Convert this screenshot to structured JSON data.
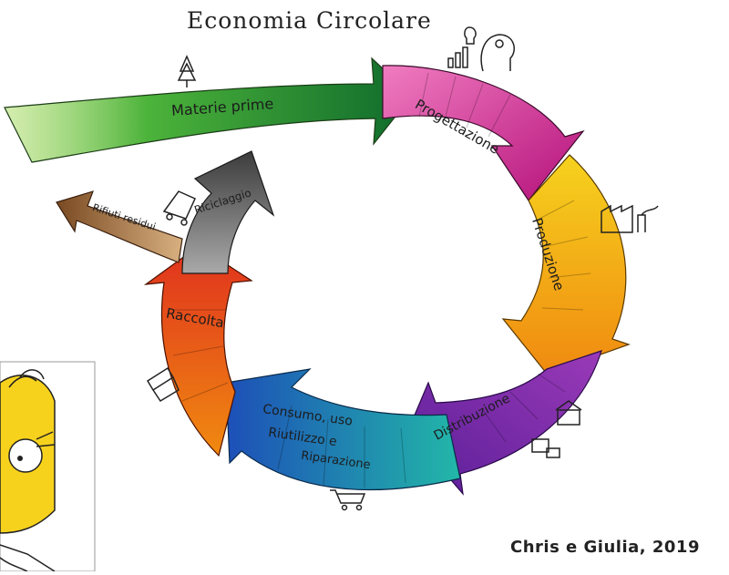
{
  "title": "Economia Circolare",
  "credit": "Chris e Giulia, 2019",
  "stages": {
    "materie_prime": "Materie prime",
    "progettazione": "Progettazione",
    "produzione": "Produzione",
    "distribuzione": "Distribuzione",
    "consumo_line1": "Consumo, uso",
    "consumo_line2": "Riutilizzo e",
    "consumo_line3": "Riparazione",
    "raccolta": "Raccolta",
    "riciclaggio": "Riciclaggio",
    "rifiuti_residui": "Rifiuti residui"
  },
  "colors": {
    "materie_prime": "#2e9e2a",
    "progettazione": "#d6208f",
    "produzione": "#f2c21a",
    "distribuzione": "#6a2aa8",
    "consumo": "#1f7fc8",
    "raccolta": "#e2451f",
    "riciclaggio": "#6e6e6e",
    "rifiuti_residui": "#8a5a2b"
  },
  "icons": [
    "tree-icon",
    "idea-head-icon",
    "factory-icon",
    "shops-icon",
    "shopping-cart-icon",
    "bin-icon",
    "recycle-truck-icon"
  ]
}
